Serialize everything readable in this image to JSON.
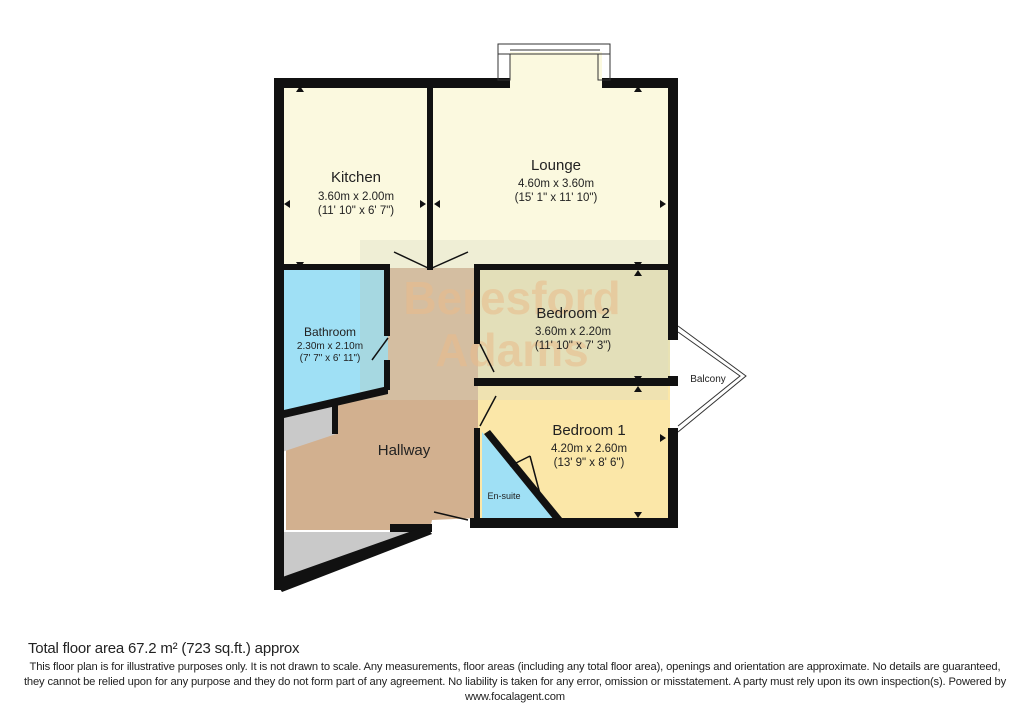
{
  "watermark": {
    "line1": "Beresford",
    "line2": "Adams"
  },
  "rooms": {
    "kitchen": {
      "name": "Kitchen",
      "metric": "3.60m x 2.00m",
      "imperial": "(11' 10\" x 6' 7\")",
      "color": "#fbf9df"
    },
    "lounge": {
      "name": "Lounge",
      "metric": "4.60m x 3.60m",
      "imperial": "(15' 1\" x 11' 10\")",
      "color": "#fbf9df"
    },
    "bathroom": {
      "name": "Bathroom",
      "metric": "2.30m x 2.10m",
      "imperial": "(7' 7\" x 6' 11\")",
      "color": "#9fe0f5"
    },
    "bedroom2": {
      "name": "Bedroom 2",
      "metric": "3.60m x 2.20m",
      "imperial": "(11' 10\" x 7' 3\")",
      "color": "#e8e2b4"
    },
    "bedroom1": {
      "name": "Bedroom 1",
      "metric": "4.20m x 2.60m",
      "imperial": "(13' 9\" x 8' 6\")",
      "color": "#fbe7a8"
    },
    "hallway": {
      "name": "Hallway",
      "color": "#d2b08f"
    },
    "ensuite": {
      "name": "En-suite",
      "color": "#9fe0f5"
    },
    "balcony": {
      "name": "Balcony"
    },
    "storage": {
      "color": "#c9c9c9"
    }
  },
  "colors": {
    "wall": "#111111",
    "overlay": "#d9d9c2"
  },
  "footer": {
    "total_area": "Total floor area 67.2 m² (723 sq.ft.) approx",
    "disclaimer": "This floor plan is for illustrative purposes only. It is not drawn to scale. Any measurements, floor areas (including any total floor area), openings and orientation are approximate. No details are guaranteed, they cannot be relied upon for any purpose and they do not form part of any agreement. No liability is taken for any error, omission or misstatement. A party must rely upon its own inspection(s). Powered by www.focalagent.com"
  }
}
